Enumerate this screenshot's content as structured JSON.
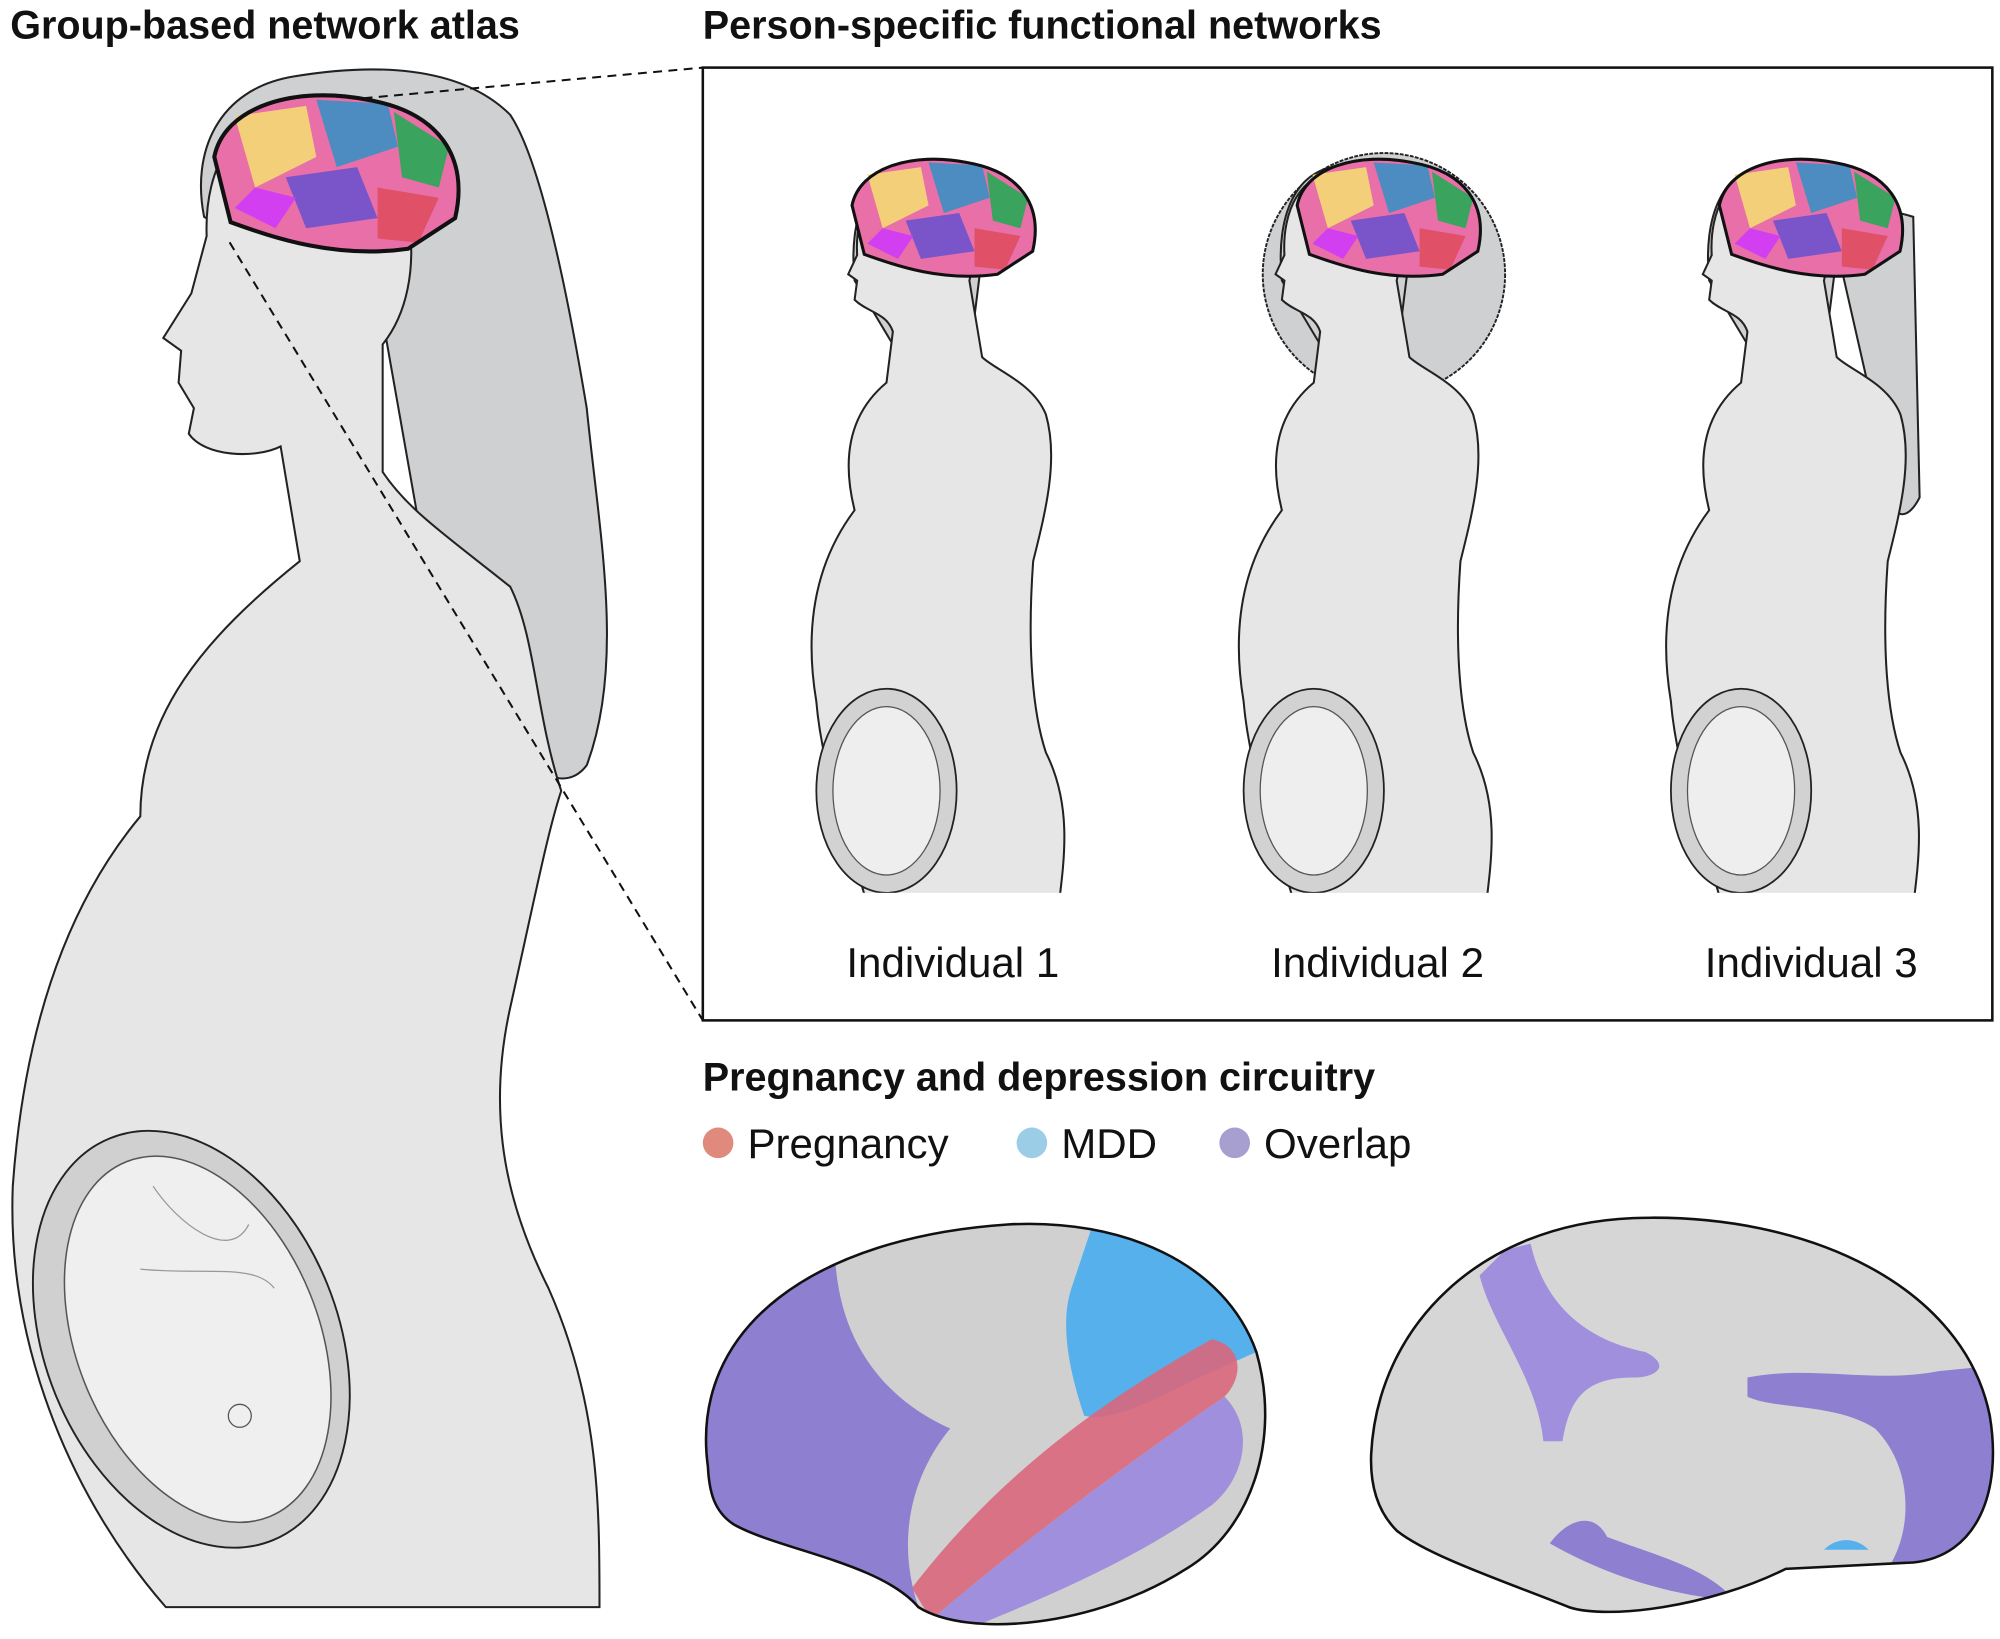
{
  "panels": {
    "atlas_title": "Group-based network atlas",
    "person_title": "Person-specific functional networks",
    "circuitry_title": "Pregnancy and depression circuitry"
  },
  "individuals": [
    {
      "label": "Individual 1"
    },
    {
      "label": "Individual 2"
    },
    {
      "label": "Individual 3"
    }
  ],
  "legend": [
    {
      "label": "Pregnancy",
      "color": "#e08a7e"
    },
    {
      "label": "MDD",
      "color": "#9ccde6"
    },
    {
      "label": "Overlap",
      "color": "#a79fd0"
    }
  ],
  "network_colors": [
    "#f3cf7a",
    "#e86fa8",
    "#d23ff0",
    "#7a55c9",
    "#3b8fc2",
    "#3aa35e",
    "#e05066",
    "#f0a8d8"
  ]
}
